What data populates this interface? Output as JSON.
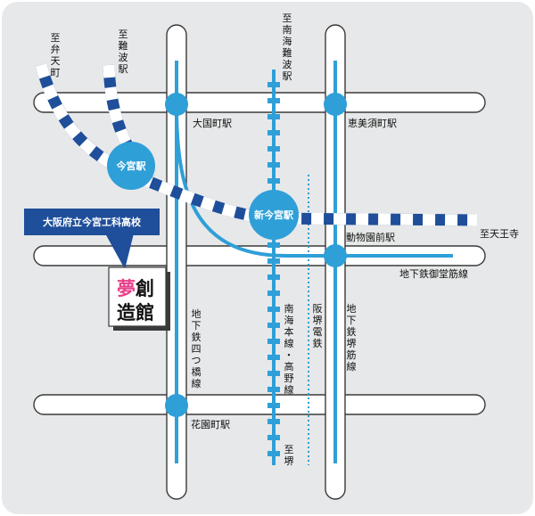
{
  "map": {
    "colors": {
      "background": "#e7e8e9",
      "road": "#ffffff",
      "road_outline": "#3a3a3a",
      "subway": "#2f9fd8",
      "nankai": "#2f9fd8",
      "jr": "#1f4e9a",
      "school_box": "#1f4e9a"
    },
    "stations": {
      "imamiya": "今宮駅",
      "shin_imamiya": "新今宮駅",
      "daikokucho": "大国町駅",
      "ebisucho": "恵美須町駅",
      "dobutsuen_mae": "動物園前駅",
      "hanazonocho": "花園町駅"
    },
    "directions": {
      "to_bentencho": "至弁天町",
      "to_namba_left": "至難波駅",
      "to_namba_nankai": "至南海難波駅",
      "to_tennoji": "至天王寺",
      "to_sakai": "至堺"
    },
    "lines": {
      "midosuji": "地下鉄御堂筋線",
      "yotsubashi": "地下鉄四つ橋線",
      "sakaisuji": "地下鉄堺筋線",
      "nankai": "南海本線・高野線",
      "hankai": "阪堺電鉄"
    },
    "school": {
      "name": "大阪府立今宮工科高校",
      "building_pink": "夢",
      "building_line1_rest": "創",
      "building_line2": "造館"
    }
  }
}
